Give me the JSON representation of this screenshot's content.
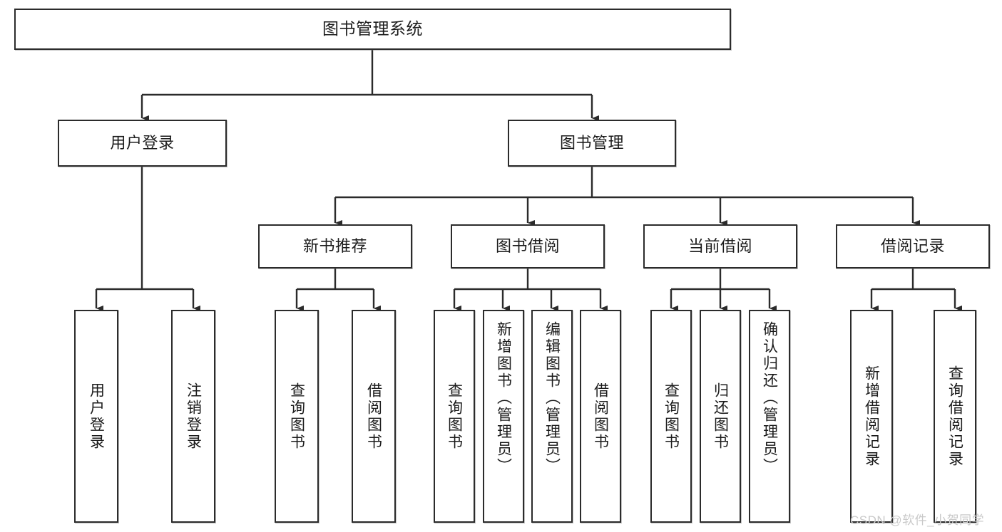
{
  "diagram": {
    "type": "tree-hierarchy-chart",
    "title": "图书管理系统",
    "watermark": "CSDN @软件_小贺同学",
    "colors": {
      "box_border": "#2b2b2b",
      "box_fill": "#ffffff",
      "connector": "#2b2b2b",
      "text": "#1b1b1b",
      "watermark": "#c9c9c9",
      "background": "#ffffff"
    },
    "nodes": {
      "root": {
        "label": "图书管理系统",
        "level": 1
      },
      "level2": [
        {
          "id": "user-login",
          "label": "用户登录"
        },
        {
          "id": "book-management",
          "label": "图书管理"
        }
      ],
      "level3": [
        {
          "id": "new-book-recommend",
          "label": "新书推荐",
          "parent": "book-management"
        },
        {
          "id": "book-borrow",
          "label": "图书借阅",
          "parent": "book-management"
        },
        {
          "id": "current-borrow",
          "label": "当前借阅",
          "parent": "book-management"
        },
        {
          "id": "borrow-record",
          "label": "借阅记录",
          "parent": "book-management"
        }
      ],
      "leaves": {
        "user-login": [
          {
            "id": "leaf-user-login",
            "label": "用户登录"
          },
          {
            "id": "leaf-logout",
            "label": "注销登录"
          }
        ],
        "new-book-recommend": [
          {
            "id": "leaf-query-book-1",
            "label": "查询图书"
          },
          {
            "id": "leaf-borrow-book-1",
            "label": "借阅图书"
          }
        ],
        "book-borrow": [
          {
            "id": "leaf-query-book-2",
            "label": "查询图书"
          },
          {
            "id": "leaf-add-book",
            "label": "新增图书（管理员）"
          },
          {
            "id": "leaf-edit-book",
            "label": "编辑图书（管理员）"
          },
          {
            "id": "leaf-borrow-book-2",
            "label": "借阅图书"
          }
        ],
        "current-borrow": [
          {
            "id": "leaf-query-book-3",
            "label": "查询图书"
          },
          {
            "id": "leaf-return-book",
            "label": "归还图书"
          },
          {
            "id": "leaf-confirm-return",
            "label": "确认归还（管理员）"
          }
        ],
        "borrow-record": [
          {
            "id": "leaf-add-record",
            "label": "新增借阅记录"
          },
          {
            "id": "leaf-query-record",
            "label": "查询借阅记录"
          }
        ]
      }
    }
  }
}
